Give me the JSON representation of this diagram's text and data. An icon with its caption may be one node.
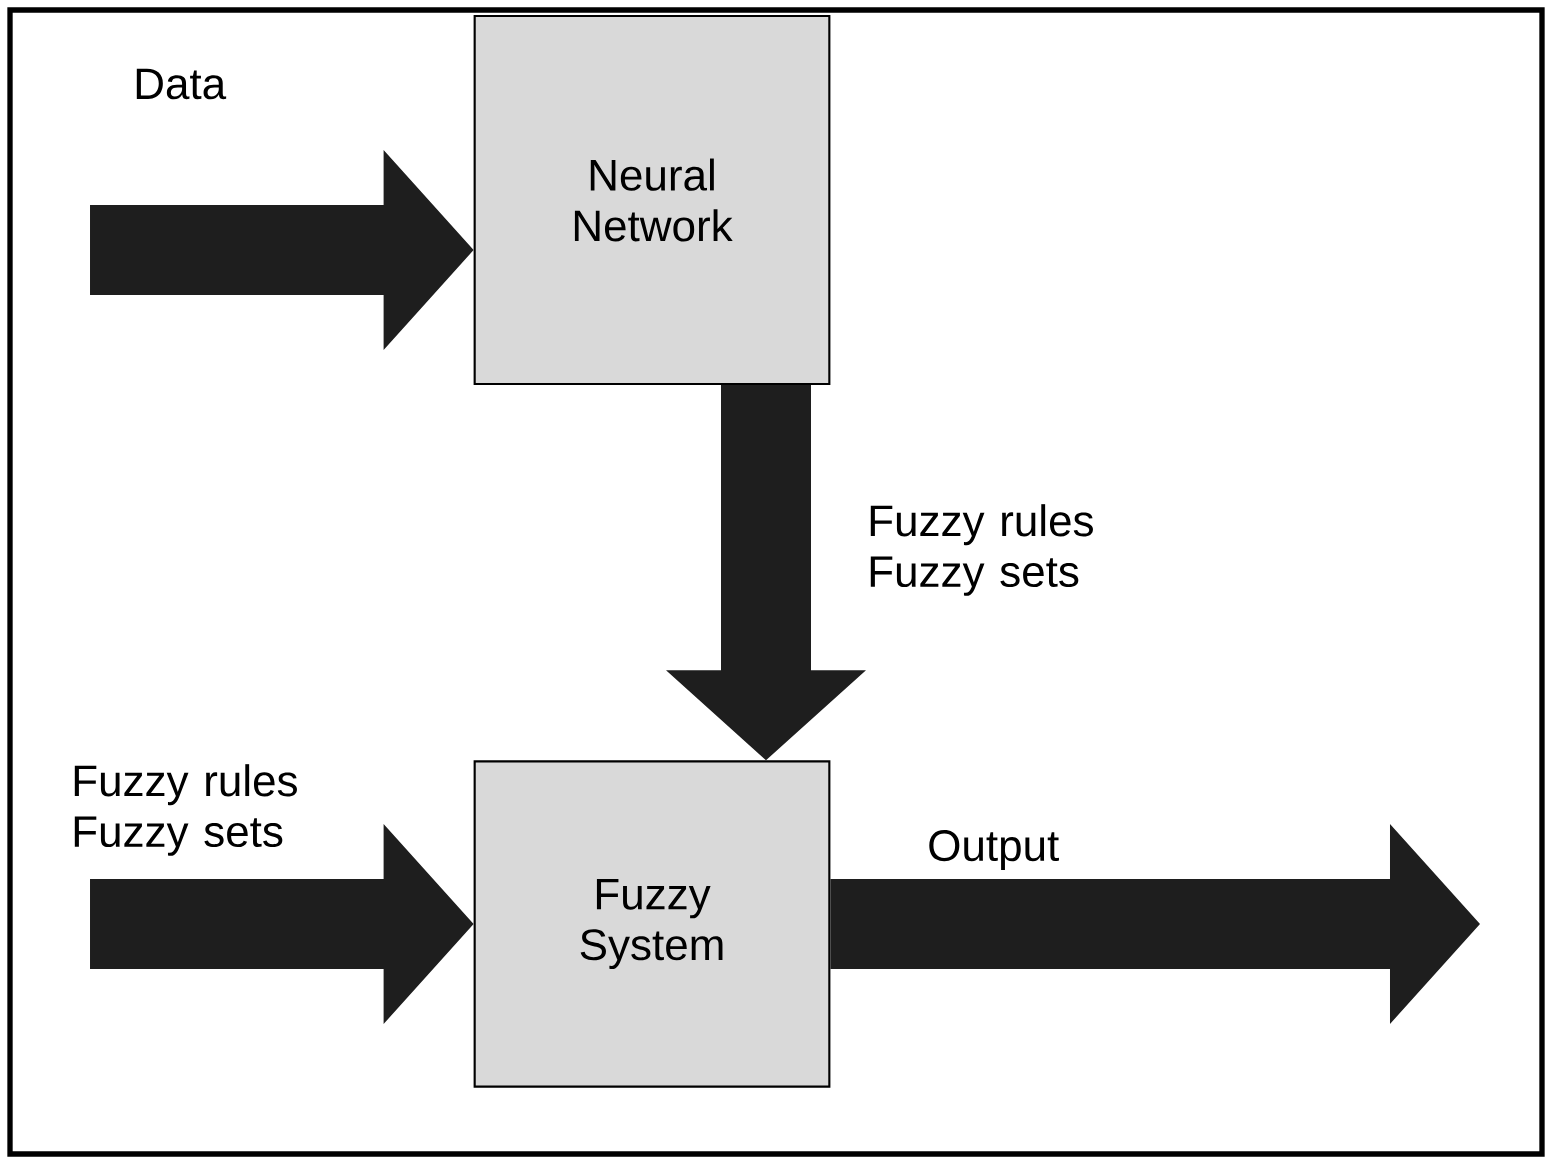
{
  "diagram": {
    "nodes": [
      {
        "text": [
          "Neural Network"
        ]
      },
      {
        "text": [
          "Fuzzy System"
        ]
      }
    ],
    "edges": [
      {
        "from": null,
        "to": 0,
        "arrow": "to",
        "label": "Data"
      },
      {
        "from": 0,
        "to": 1,
        "arrow": "to",
        "label": "Fuzzy rules Fuzzy sets"
      },
      {
        "from": null,
        "to": 1,
        "arrow": "to",
        "label": "Fuzzy rules Fuzzy sets"
      },
      {
        "from": 1,
        "to": null,
        "arrow": "to",
        "label": "Output"
      }
    ]
  }
}
